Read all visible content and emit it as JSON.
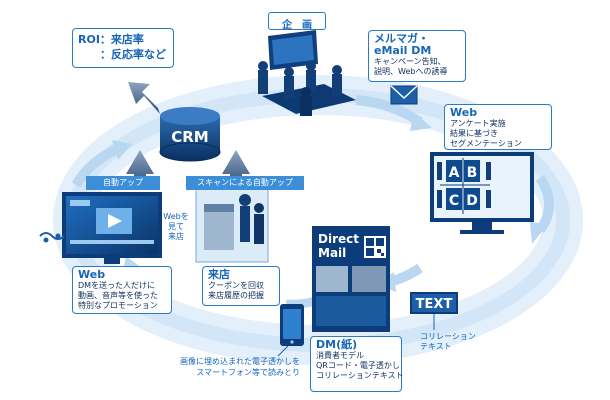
{
  "roi": {
    "line1": "ROI：来店率",
    "line2": "：反応率など"
  },
  "crm": {
    "label": "CRM"
  },
  "planning": {
    "label": "企　画"
  },
  "mailmag": {
    "title1": "メルマガ・",
    "title2": "eMail DM",
    "line1": "キャンペーン告知、",
    "line2": "説明、Webへの誘導"
  },
  "web_segment": {
    "title": "Web",
    "line1": "アンケート実施",
    "line2": "結果に基づき",
    "line3": "セグメンテーション"
  },
  "segments": [
    "A",
    "B",
    "C",
    "D"
  ],
  "auto_up": "自動アップ",
  "scan_auto_up": "スキャンによる自動アップ",
  "web_visit": {
    "line1": "Webを",
    "line2": "見て",
    "line3": "来店"
  },
  "visit": {
    "title": "来店",
    "line1": "クーポンを回収",
    "line2": "来店履歴の把握"
  },
  "web_promo": {
    "title": "Web",
    "line1": "DMを送った人だけに",
    "line2": "動画、音声等を使った",
    "line3": "特別なプロモーション"
  },
  "direct_mail": {
    "line1": "Direct",
    "line2": "Mail"
  },
  "text_badge": "TEXT",
  "correlation": {
    "line1": "コリレーション",
    "line2": "テキスト"
  },
  "dm_paper": {
    "title": "DM(紙)",
    "line1": "消費者モデル",
    "line2": "QRコード・電子透かし",
    "line3": "コリレーションテキスト"
  },
  "smartphone_note": {
    "line1": "画像に埋め込まれた電子透かしを",
    "line2": "スマートフォン等で読みとり"
  },
  "colors": {
    "primary": "#1565b8",
    "dark": "#0c3d7a",
    "ring": "#d6e9f8",
    "accent": "#3d8ed8"
  }
}
